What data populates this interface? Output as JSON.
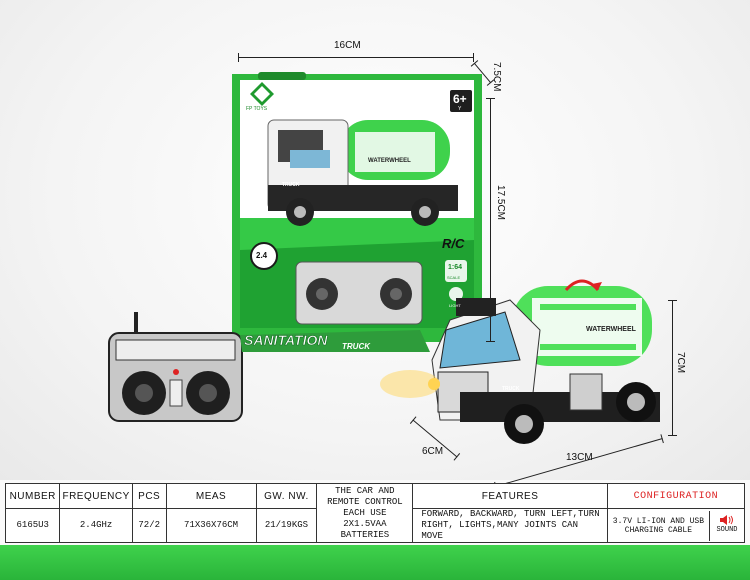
{
  "dimensions": {
    "box_width": "16CM",
    "box_depth": "7.5CM",
    "box_height": "17.5CM",
    "car_height": "7CM",
    "car_length": "13CM",
    "car_width": "6CM"
  },
  "package": {
    "age_badge": "6+",
    "age_sub": "Y",
    "rc_label": "R/C",
    "scale": "1:64",
    "scale_sub": "SCALE",
    "light_label": "LIGHT",
    "freq_badge": "2.4",
    "truck_side_label": "WATERWHEEL",
    "truck_door_label": "TRUCK",
    "brand_text": "FP TOYS"
  },
  "product": {
    "banner_title": "SANITATION",
    "banner_sub": "TRUCK",
    "tank_label": "WATERWHEEL",
    "door_label": "TRUCK"
  },
  "spec_table": {
    "headers": [
      "NUMBER",
      "FREQUENCY",
      "PCS",
      "MEAS",
      "GW. NW.",
      "THE CAR AND REMOTE CONTROL",
      "FEATURES",
      "CONFIGURATION"
    ],
    "row": {
      "number": "6165U3",
      "frequency": "2.4GHz",
      "pcs": "72/2",
      "meas": "71X36X76CM",
      "gw_nw": "21/19KGS",
      "batteries": "EACH USE 2X1.5VAA BATTERIES",
      "features": "FORWARD, BACKWARD, TURN LEFT,TURN RIGHT, LIGHTS,MANY JOINTS CAN MOVE",
      "config_item": "3.7V LI-ION AND USB CHARGING CABLE",
      "config_sound": "SOUND"
    }
  },
  "colors": {
    "brand_green": "#3fd24c",
    "tank_green": "#4fe05a",
    "config_red": "#dd2222"
  }
}
